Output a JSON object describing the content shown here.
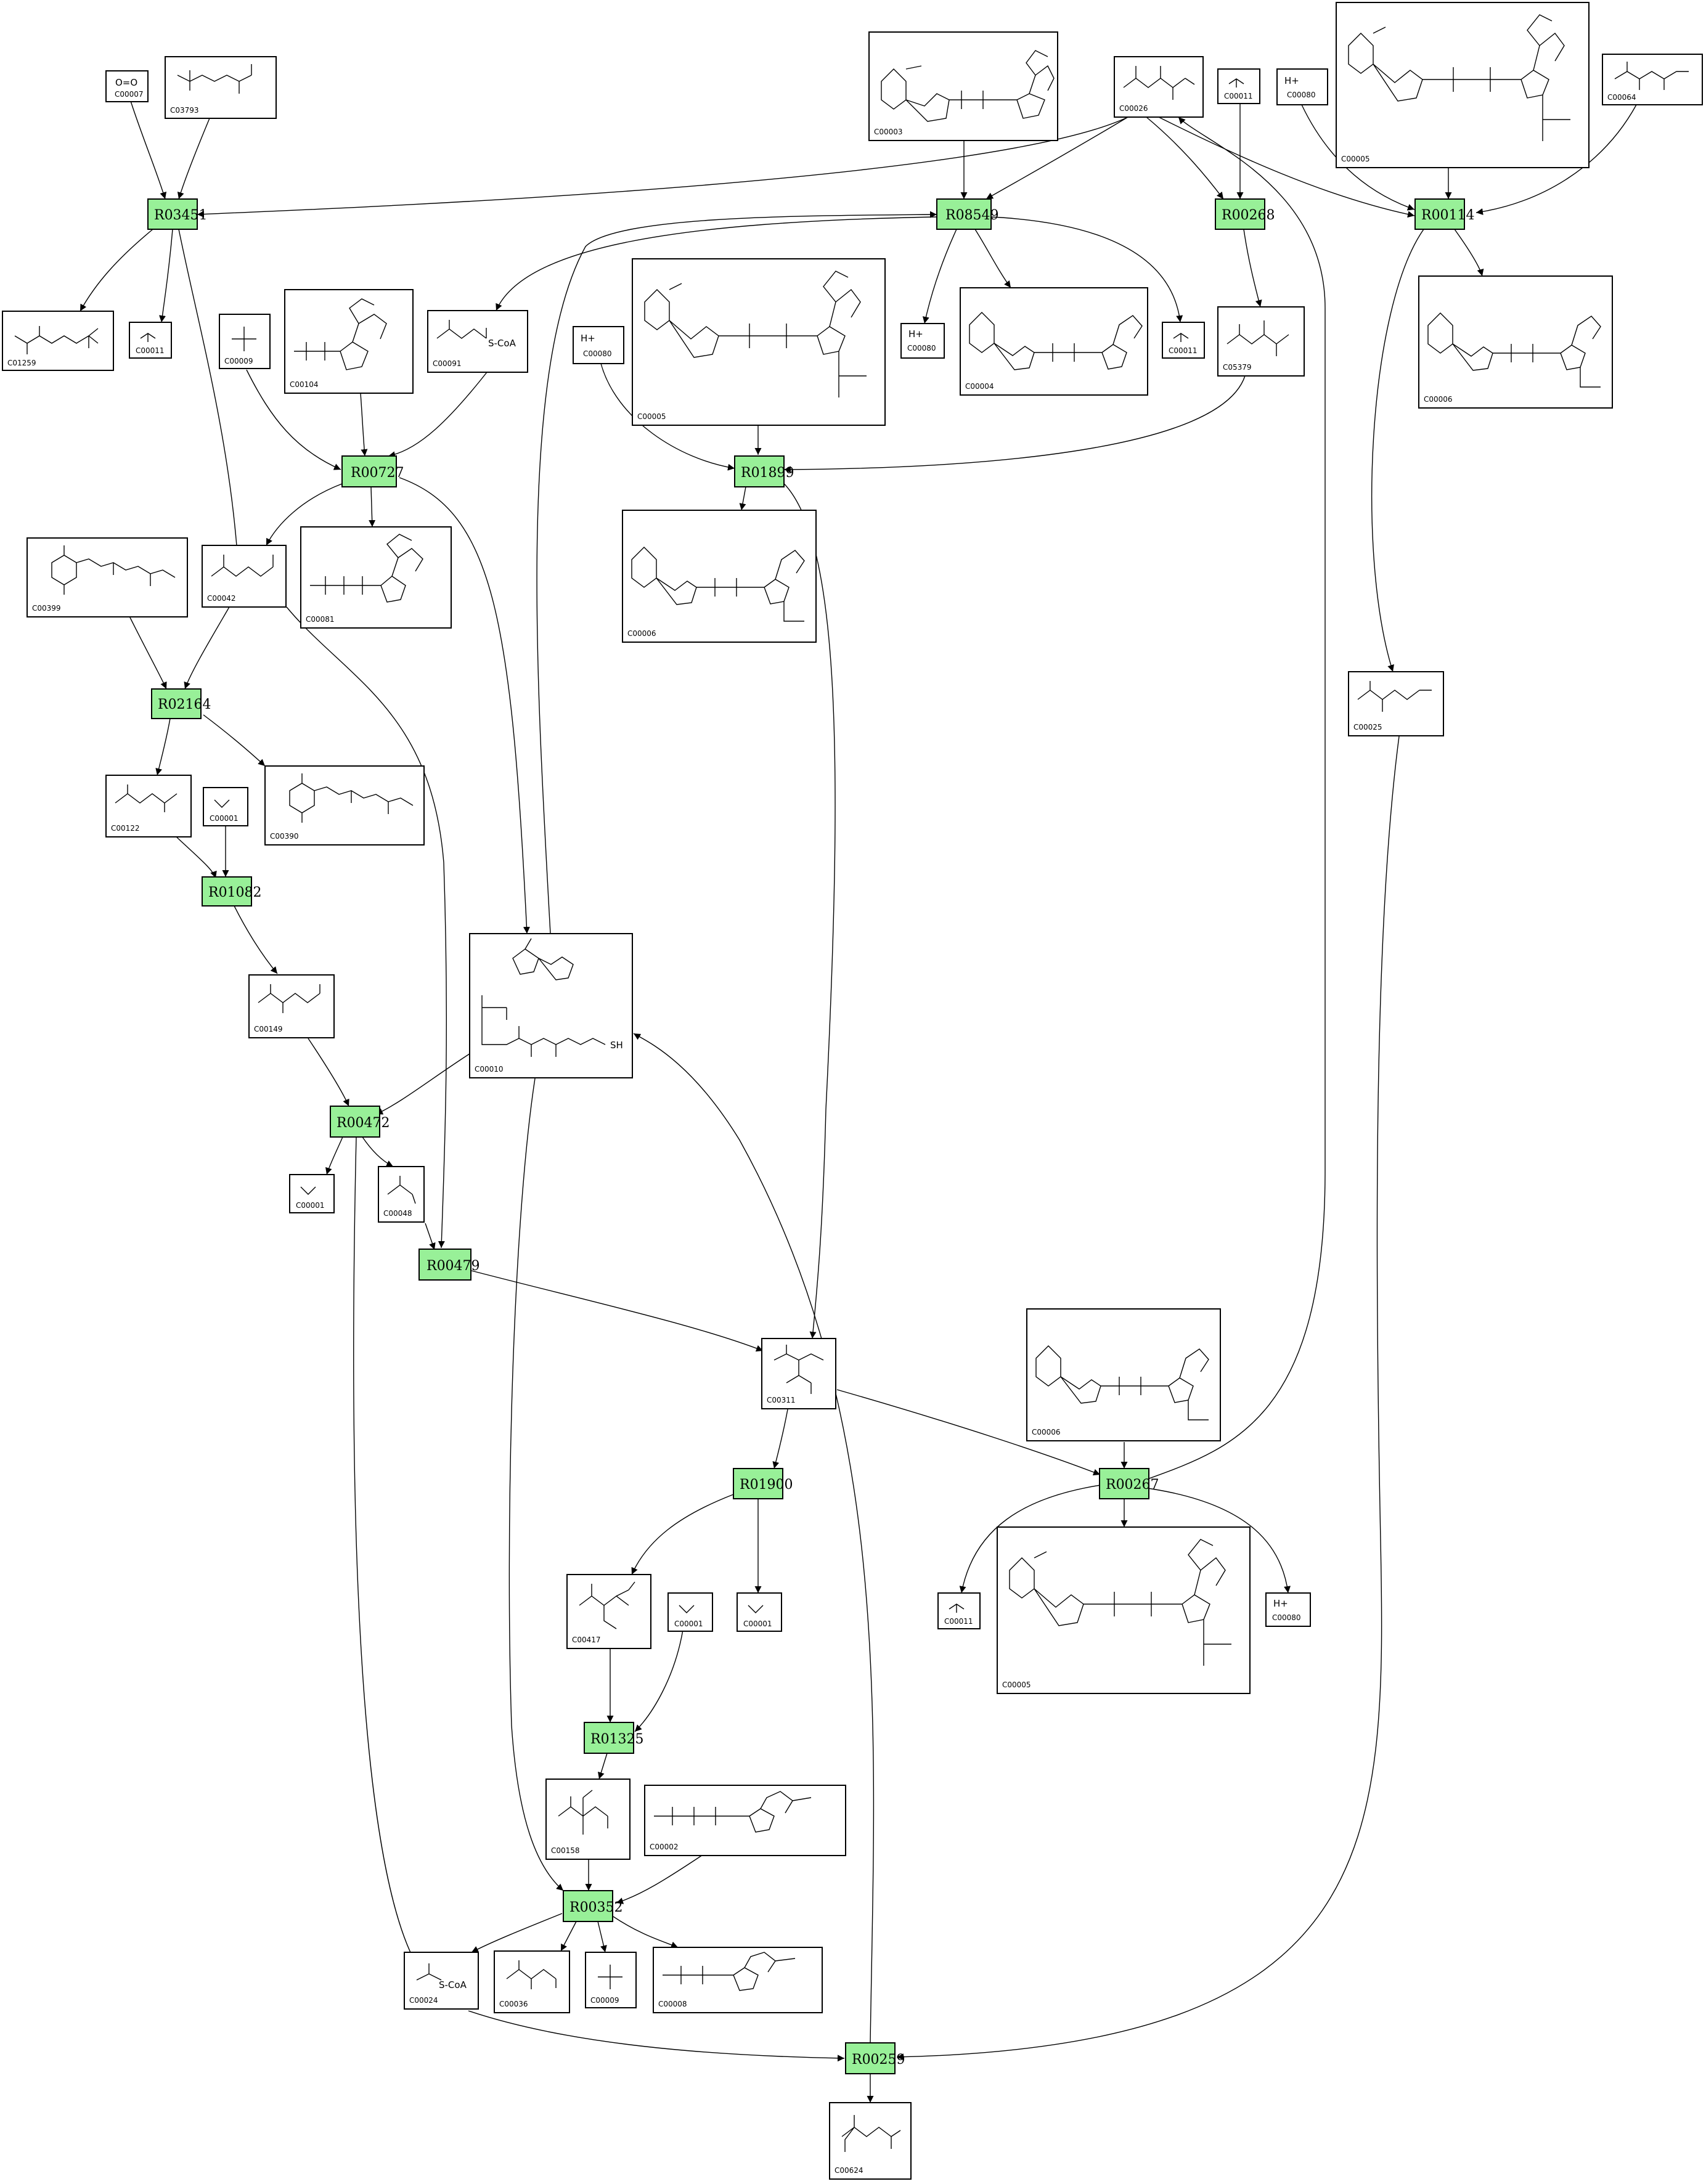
{
  "reactions": [
    {
      "id": "R03451"
    },
    {
      "id": "R08549"
    },
    {
      "id": "R00268"
    },
    {
      "id": "R00114"
    },
    {
      "id": "R00727"
    },
    {
      "id": "R01899"
    },
    {
      "id": "R02164"
    },
    {
      "id": "R01082"
    },
    {
      "id": "R00472"
    },
    {
      "id": "R00479"
    },
    {
      "id": "R01900"
    },
    {
      "id": "R00267"
    },
    {
      "id": "R01325"
    },
    {
      "id": "R00352"
    },
    {
      "id": "R00259"
    }
  ],
  "compounds": [
    {
      "id": "C00007",
      "label": "O=O"
    },
    {
      "id": "C03793"
    },
    {
      "id": "C00003"
    },
    {
      "id": "C00026"
    },
    {
      "id": "C00011"
    },
    {
      "id": "C00080",
      "label": "H+"
    },
    {
      "id": "C00005"
    },
    {
      "id": "C00064"
    },
    {
      "id": "C01259"
    },
    {
      "id": "C00011"
    },
    {
      "id": "C00009"
    },
    {
      "id": "C00104"
    },
    {
      "id": "C00091",
      "label": "S-CoA"
    },
    {
      "id": "C00080",
      "label": "H+"
    },
    {
      "id": "C00005"
    },
    {
      "id": "C00080",
      "label": "H+"
    },
    {
      "id": "C00004"
    },
    {
      "id": "C00011"
    },
    {
      "id": "C05379"
    },
    {
      "id": "C00006"
    },
    {
      "id": "C00399"
    },
    {
      "id": "C00042"
    },
    {
      "id": "C00081"
    },
    {
      "id": "C00006"
    },
    {
      "id": "C00025"
    },
    {
      "id": "C00122"
    },
    {
      "id": "C00001"
    },
    {
      "id": "C00390"
    },
    {
      "id": "C00149"
    },
    {
      "id": "C00010",
      "label": "SH"
    },
    {
      "id": "C00001"
    },
    {
      "id": "C00048"
    },
    {
      "id": "C00311"
    },
    {
      "id": "C00006"
    },
    {
      "id": "C00417"
    },
    {
      "id": "C00001"
    },
    {
      "id": "C00001"
    },
    {
      "id": "C00011"
    },
    {
      "id": "C00005"
    },
    {
      "id": "C00080",
      "label": "H+"
    },
    {
      "id": "C00158"
    },
    {
      "id": "C00002"
    },
    {
      "id": "C00024",
      "label": "S-CoA"
    },
    {
      "id": "C00036"
    },
    {
      "id": "C00009"
    },
    {
      "id": "C00008"
    },
    {
      "id": "C00624"
    }
  ]
}
